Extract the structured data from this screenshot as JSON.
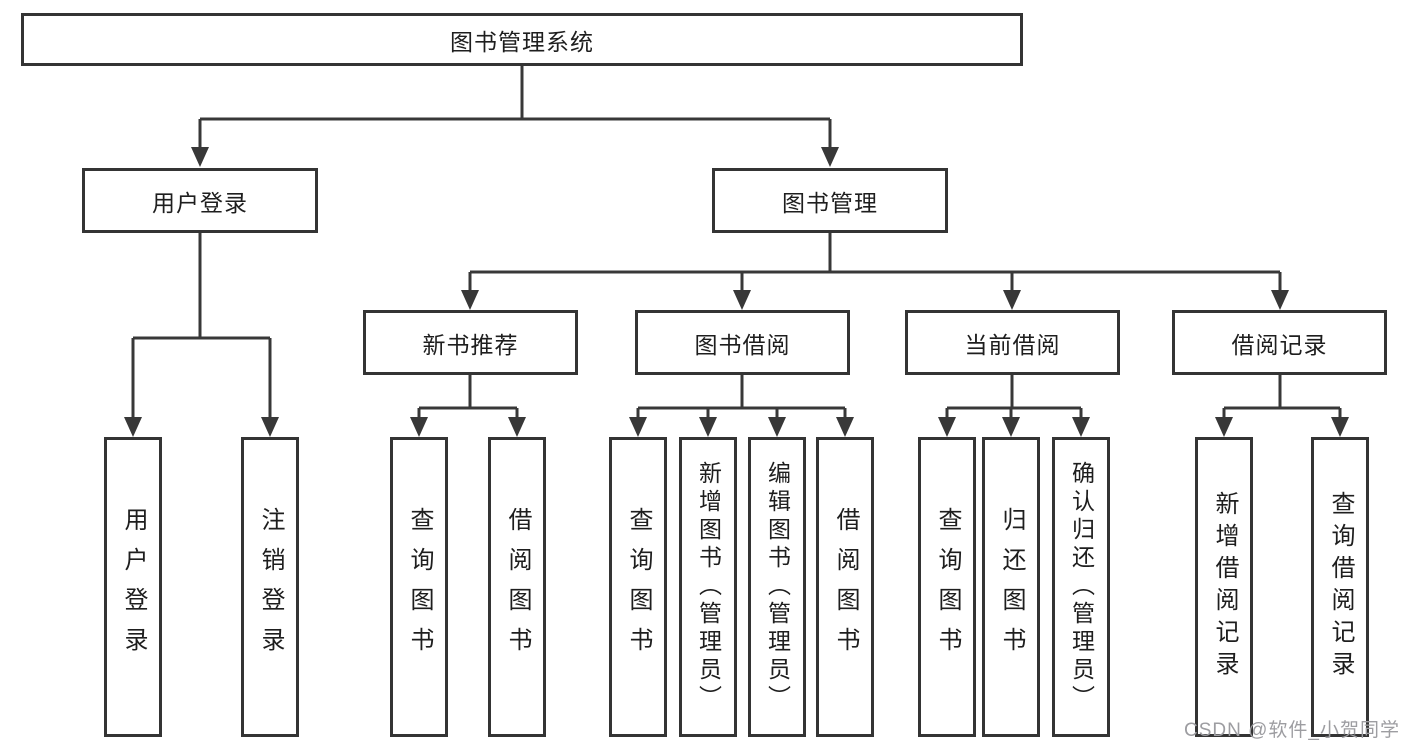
{
  "diagram": {
    "type": "hierarchy-diagram",
    "colors": {
      "background": "#ffffff",
      "border": "#343434",
      "connector": "#383838",
      "text": "#1e1e1e",
      "watermark": "#9d9da1"
    }
  },
  "tree": {
    "root": {
      "label": "图书管理系统"
    },
    "branches": [
      {
        "label": "用户登录",
        "leaves": [
          "用户登录",
          "注销登录"
        ]
      },
      {
        "label": "图书管理",
        "children": [
          {
            "label": "新书推荐",
            "leaves": [
              "查询图书",
              "借阅图书"
            ]
          },
          {
            "label": "图书借阅",
            "leaves": [
              "查询图书",
              "新增图书（管理员）",
              "编辑图书（管理员）",
              "借阅图书"
            ]
          },
          {
            "label": "当前借阅",
            "leaves": [
              "查询图书",
              "归还图书",
              "确认归还（管理员）"
            ]
          },
          {
            "label": "借阅记录",
            "leaves": [
              "新增借阅记录",
              "查询借阅记录"
            ]
          }
        ]
      }
    ]
  },
  "watermark": {
    "text": "CSDN @软件_小贺同学"
  }
}
